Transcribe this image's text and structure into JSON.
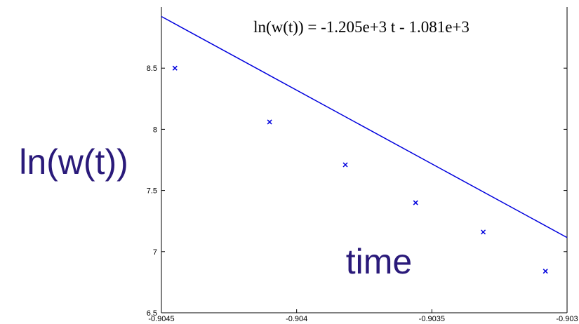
{
  "chart_data": {
    "type": "scatter",
    "annotation": "ln(w(t)) = -1.205e+3 t - 1.081e+3",
    "xlabel": "time",
    "ylabel": "ln(w(t))",
    "xlim": [
      -0.9045,
      -0.903
    ],
    "ylim": [
      6.5,
      9.0
    ],
    "x_ticks": [
      -0.9045,
      -0.904,
      -0.9035,
      -0.903
    ],
    "x_tick_labels": [
      "-0.9045",
      "-0.904",
      "-0.9035",
      "-0.903"
    ],
    "y_ticks": [
      6.5,
      7,
      7.5,
      8,
      8.5
    ],
    "y_tick_labels": [
      "6.5",
      "7",
      "7.5",
      "8",
      "8.5"
    ],
    "grid": false,
    "series": [
      {
        "x": [
          -0.90445,
          -0.9041,
          -0.90382,
          -0.90356,
          -0.90331,
          -0.90308
        ],
        "y": [
          8.5,
          8.06,
          7.71,
          7.4,
          7.16,
          6.84
        ]
      }
    ],
    "fit_line": {
      "slope": -1205,
      "intercept": -1081
    },
    "colors": {
      "data": "#0000dd",
      "labels": "#2a1a7a",
      "axes": "#000000"
    }
  }
}
